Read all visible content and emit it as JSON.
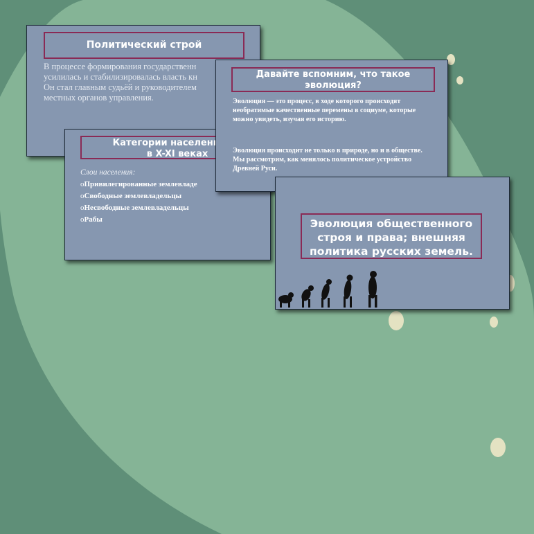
{
  "colors": {
    "background_dark": "#5f8f78",
    "background_light": "#85b496",
    "slide_fill": "#8697b0",
    "title_border": "#8a2a55",
    "dots": "#e4e2c2"
  },
  "slide1": {
    "title": "Политический строй",
    "body": "В процессе формирования государственн\nусилилась и стабилизировалась власть кн\nОн стал главным судьёй и руководителем\nместных органов управления."
  },
  "slide2": {
    "title_line1": "Категории населения Ки",
    "title_line2": "в X-XI веках",
    "subtitle": "Слои населения:",
    "bullet": "o",
    "items": [
      "Привилегированные землевладе",
      "Свободные землевладельцы",
      "Несвободные землевладельцы",
      "Рабы"
    ]
  },
  "slide3": {
    "title_line1": "Давайте вспомним, что такое",
    "title_line2": "эволюция?",
    "para1": "Эволюция — это процесс, в ходе которого происходят необратимые качественные перемены в социуме, которые можно увидеть, изучая его историю.",
    "para2": "Эволюция происходит не только в природе, но и в обществе. Мы рассмотрим, как менялось политическое устройство Древней Руси."
  },
  "slide4": {
    "title_line1": "Эволюция общественного",
    "title_line2": "строя и права; внешняя",
    "title_line3": "политика русских земель.",
    "image": "evolution-of-man-silhouettes"
  }
}
